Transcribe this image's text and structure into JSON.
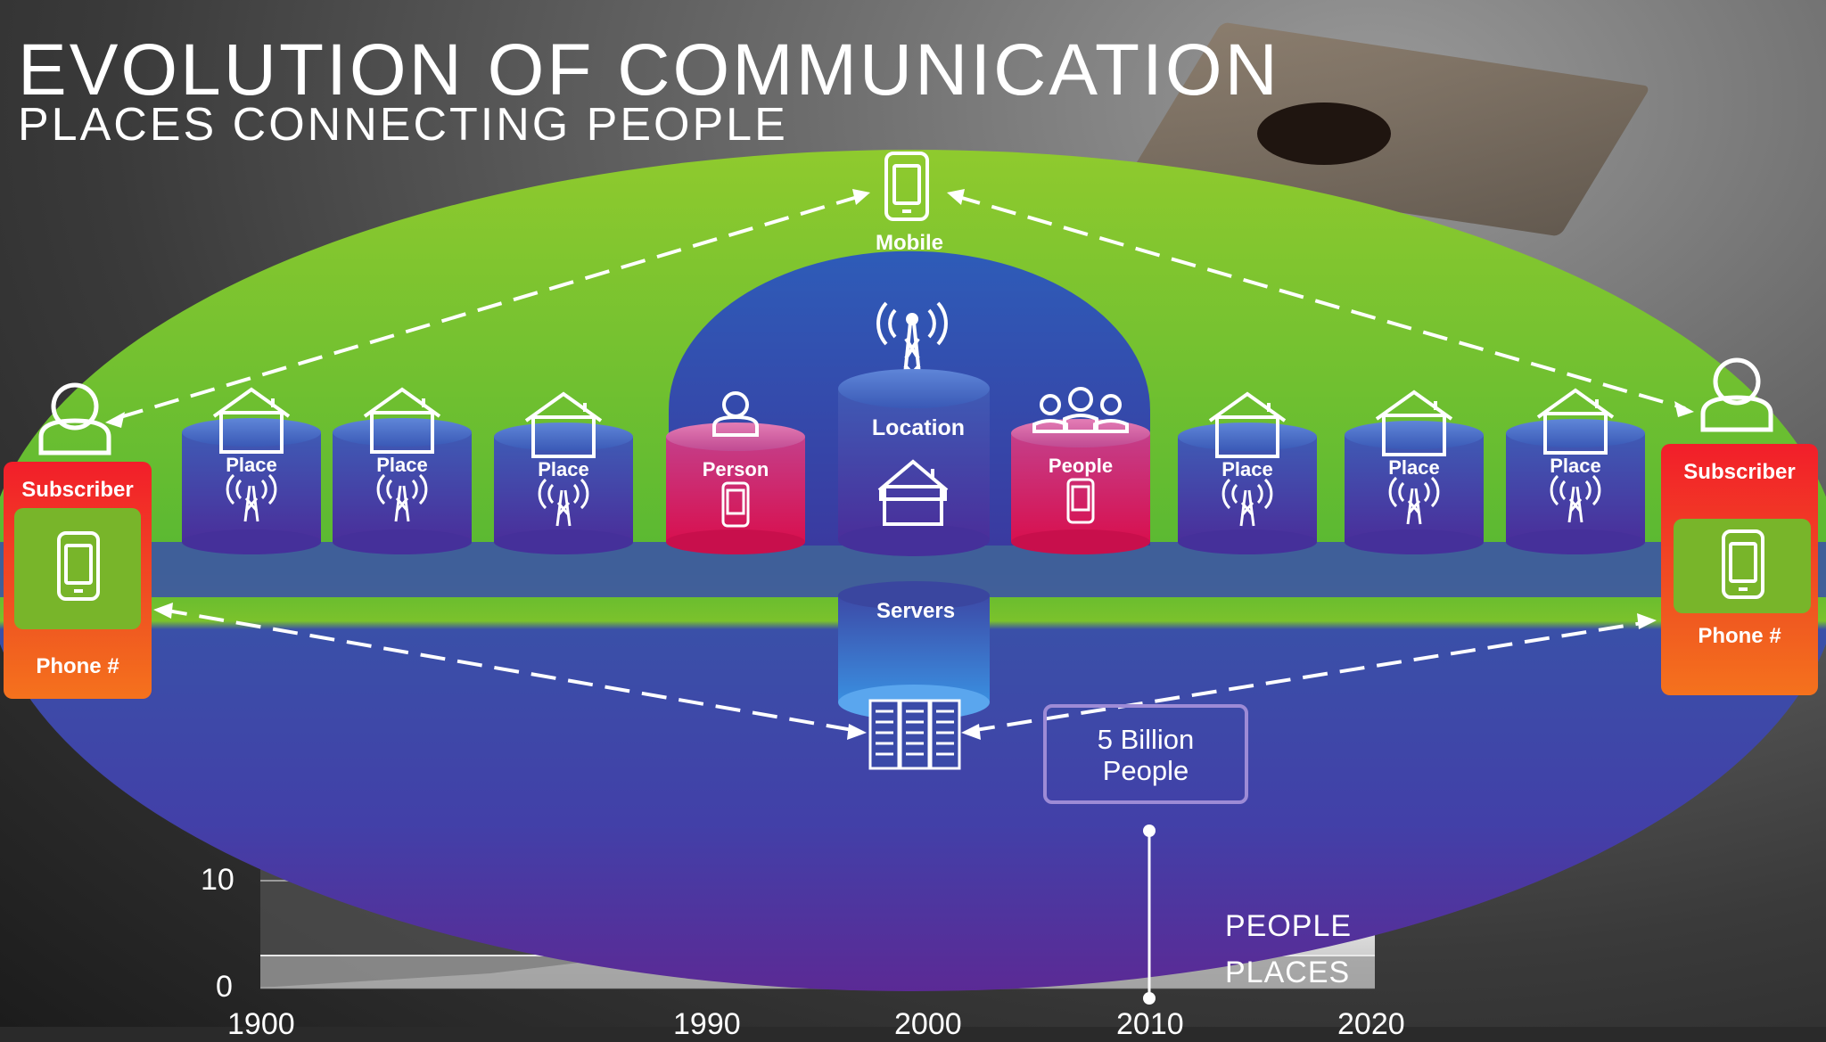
{
  "title": "EVOLUTION OF COMMUNICATION",
  "subtitle": "PLACES CONNECTING PEOPLE",
  "nodes": {
    "mobile": "Mobile",
    "location": "Location",
    "servers": "Servers",
    "person": "Person",
    "people": "People",
    "place": "Place"
  },
  "subscriber_left": {
    "title": "Subscriber",
    "phone": "Phone #"
  },
  "subscriber_right": {
    "title": "Subscriber",
    "phone": "Phone #"
  },
  "callout": {
    "line1": "5 Billion",
    "line2": "People"
  },
  "chart": {
    "y_ticks": [
      "10",
      "0"
    ],
    "x_ticks": [
      "1900",
      "1990",
      "2000",
      "2010",
      "2020"
    ],
    "bands": {
      "people": "PEOPLE",
      "places": "PLACES"
    }
  },
  "colors": {
    "green": "#8dc63f",
    "blue": "#3651a8",
    "purple": "#5a2d91",
    "magenta": "#d6145f",
    "orange": "#f26522"
  },
  "icons": [
    "mobile-icon",
    "user-icon",
    "house-icon",
    "tower-icon",
    "group-icon",
    "server-rack-icon"
  ]
}
